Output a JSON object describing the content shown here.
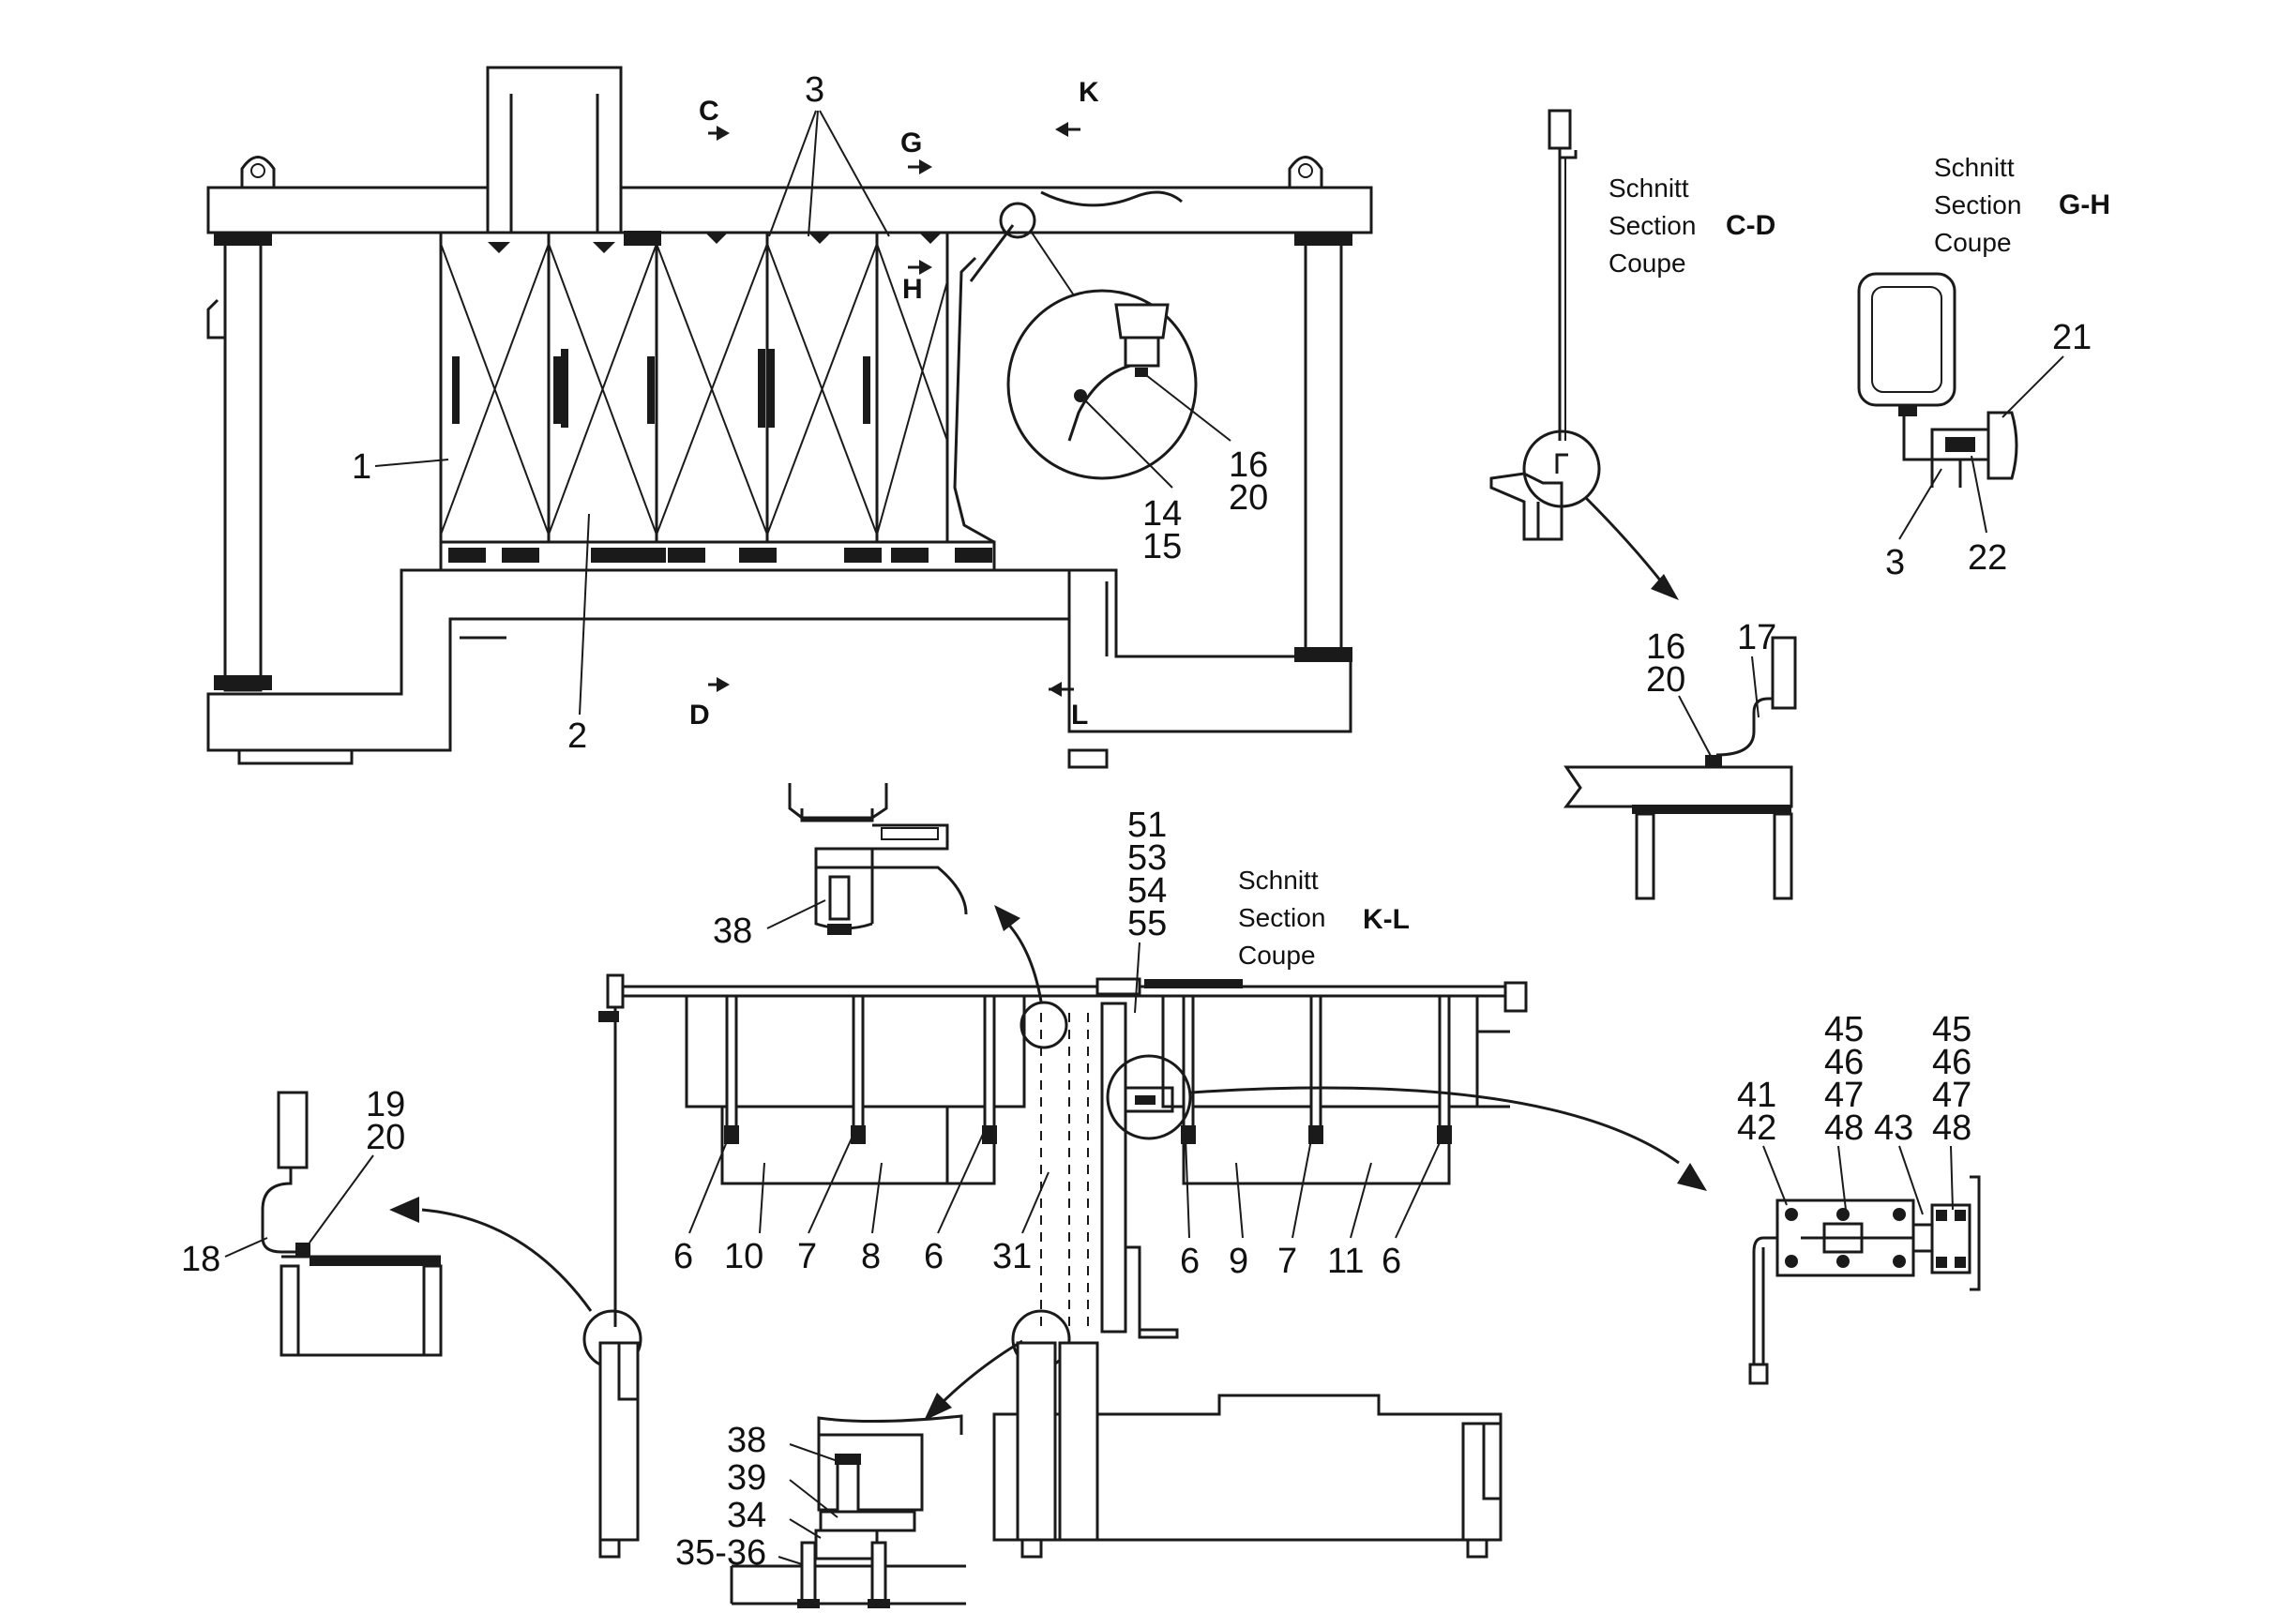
{
  "colors": {
    "ink": "#1a1a1a",
    "paper": "#ffffff"
  },
  "section_headings": {
    "cd": {
      "line1": "Schnitt",
      "line2": "Section",
      "letters": "C-D",
      "line3": "Coupe"
    },
    "gh": {
      "line1": "Schnitt",
      "line2": "Section",
      "letters": "G-H",
      "line3": "Coupe"
    },
    "kl": {
      "line1": "Schnitt",
      "line2": "Section",
      "letters": "K-L",
      "line3": "Coupe"
    }
  },
  "section_markers": [
    "C",
    "G",
    "K",
    "H",
    "D",
    "L"
  ],
  "callouts": {
    "p1": "1",
    "p2": "2",
    "p3": "3",
    "p14": "14",
    "p15": "15",
    "p16": "16",
    "p20": "20",
    "p17": "17",
    "p16b": "16",
    "p20b": "20",
    "p21": "21",
    "p3b": "3",
    "p22": "22",
    "p51": "51",
    "p53": "53",
    "p54": "54",
    "p55": "55",
    "p38": "38",
    "p19": "19",
    "p20c": "20",
    "p18": "18",
    "p6a": "6",
    "p10": "10",
    "p7a": "7",
    "p8": "8",
    "p6b": "6",
    "p31": "31",
    "p6c": "6",
    "p9": "9",
    "p7b": "7",
    "p11": "11",
    "p6d": "6",
    "p45a": "45",
    "p46a": "46",
    "p47a": "47",
    "p48a": "48",
    "p41": "41",
    "p42": "42",
    "p45b": "45",
    "p46b": "46",
    "p47b": "47",
    "p43": "43",
    "p48b": "48",
    "p38b": "38",
    "p39": "39",
    "p34": "34",
    "p3536": "35-36"
  }
}
